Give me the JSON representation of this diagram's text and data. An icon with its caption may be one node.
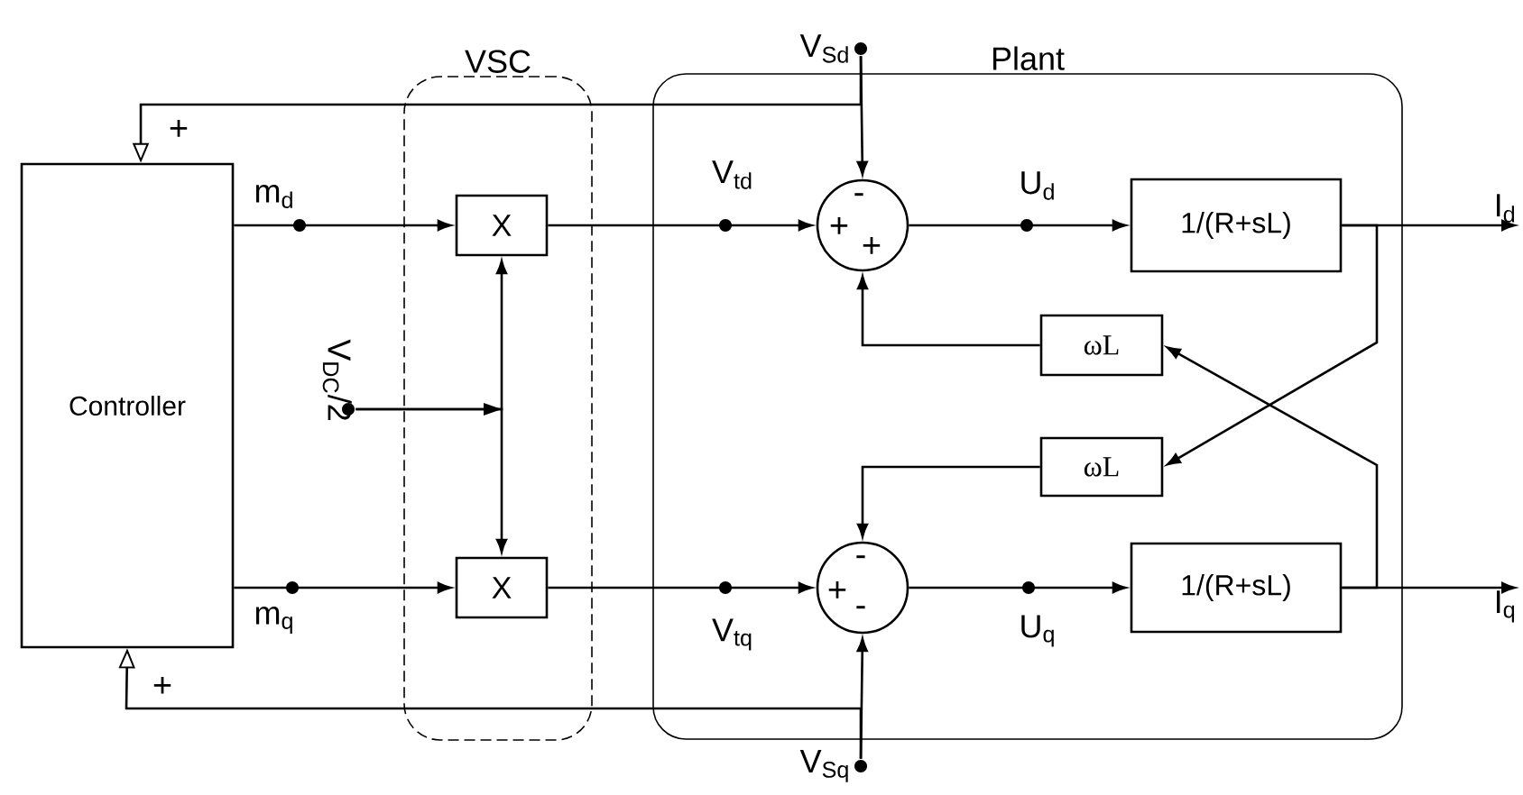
{
  "diagram": {
    "nodes": [
      {
        "text": [
          "Controller"
        ]
      },
      {
        "text": [
          "VSC"
        ]
      },
      {
        "text": [
          "X"
        ],
        "in": 1
      },
      {
        "text": [
          "X"
        ],
        "in": 1
      },
      {
        "text": [
          "V$_{DC}$/2"
        ]
      },
      {
        "text": [
          "Plant"
        ]
      },
      {
        "text": [
          "V$_{Sd}$"
        ]
      },
      {
        "text": [
          "-",
          "+",
          "+"
        ],
        "in": 5
      },
      {
        "text": [
          "-",
          "+",
          "-"
        ],
        "in": 5
      },
      {
        "text": [
          "1/(R+sL)"
        ],
        "in": 5
      },
      {
        "text": [
          "1/(R+sL)"
        ],
        "in": 5
      },
      {
        "text": [
          "ωL"
        ],
        "in": 5
      },
      {
        "text": [
          "ωL"
        ],
        "in": 5
      },
      {
        "text": [
          "V$_{Sq}$"
        ]
      },
      {
        "text": [
          "I$_{d}$"
        ]
      },
      {
        "text": [
          "I$_{q}$"
        ]
      }
    ],
    "edges": [
      {
        "from": 0,
        "to": 2,
        "arrow": "to",
        "label": "m$_{d}$"
      },
      {
        "from": 0,
        "to": 3,
        "arrow": "to",
        "label": "m$_{q}$"
      },
      {
        "from": 4,
        "to": 2,
        "arrow": "to"
      },
      {
        "from": 4,
        "to": 3,
        "arrow": "to"
      },
      {
        "from": 2,
        "to": 7,
        "arrow": "to",
        "label": "V$_{td}$"
      },
      {
        "from": 3,
        "to": 8,
        "arrow": "to",
        "label": "V$_{tq}$"
      },
      {
        "from": 6,
        "to": 7,
        "arrow": "to"
      },
      {
        "from": 6,
        "to": 0,
        "arrow": "to",
        "label": "+"
      },
      {
        "from": 13,
        "to": 8,
        "arrow": "to"
      },
      {
        "from": 13,
        "to": 0,
        "arrow": "to",
        "label": "+"
      },
      {
        "from": 7,
        "to": 9,
        "arrow": "to",
        "label": "U$_{d}$"
      },
      {
        "from": 8,
        "to": 10,
        "arrow": "to",
        "label": "U$_{q}$"
      },
      {
        "from": 9,
        "to": 14,
        "arrow": "to"
      },
      {
        "from": 10,
        "to": 15,
        "arrow": "to"
      },
      {
        "from": 9,
        "to": 12,
        "arrow": "to"
      },
      {
        "from": 10,
        "to": 11,
        "arrow": "to"
      },
      {
        "from": 11,
        "to": 7,
        "arrow": "to"
      },
      {
        "from": 12,
        "to": 8,
        "arrow": "to"
      }
    ]
  }
}
